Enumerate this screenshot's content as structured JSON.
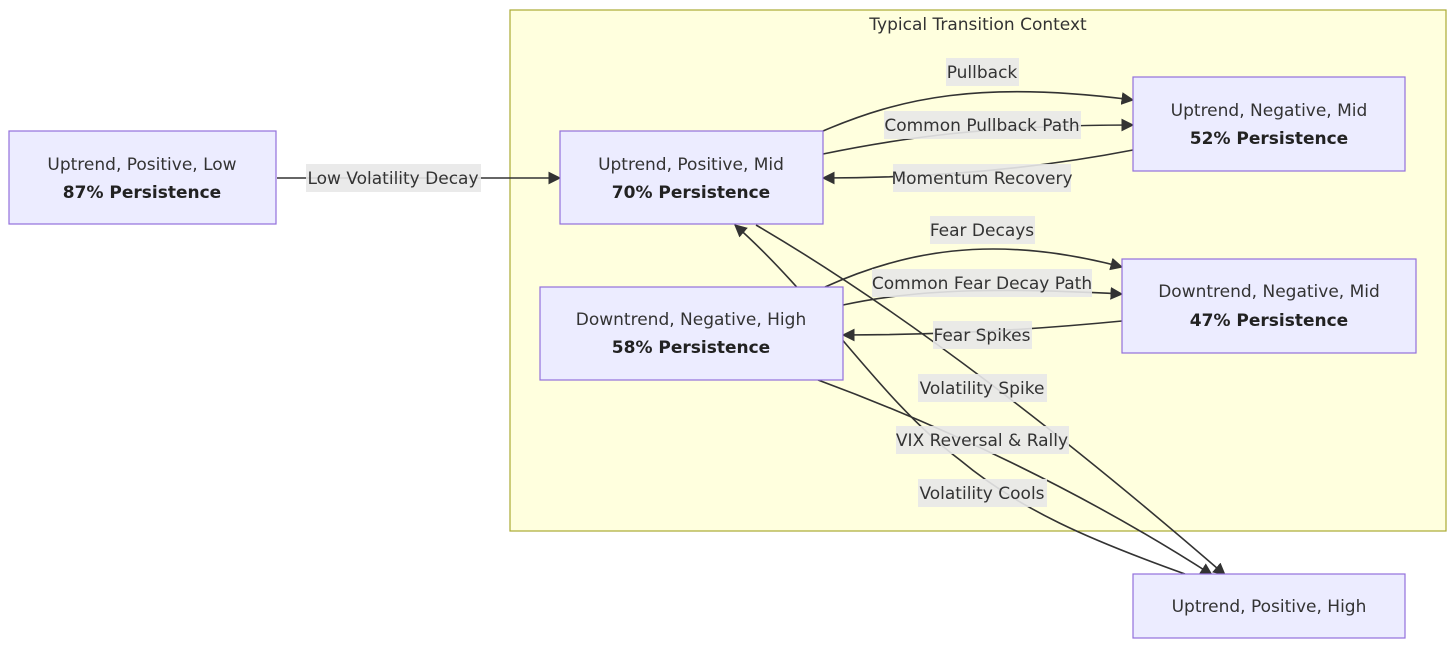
{
  "cluster": {
    "title": "Typical Transition Context"
  },
  "nodes": {
    "upl": {
      "title": "Uptrend, Positive, Low",
      "sub": "87% Persistence"
    },
    "upm": {
      "title": "Uptrend, Positive, Mid",
      "sub": "70% Persistence"
    },
    "unm": {
      "title": "Uptrend, Negative, Mid",
      "sub": "52% Persistence"
    },
    "dnh": {
      "title": "Downtrend, Negative, High",
      "sub": "58% Persistence"
    },
    "dnm": {
      "title": "Downtrend, Negative, Mid",
      "sub": "47% Persistence"
    },
    "uph": {
      "title": "Uptrend, Positive, High"
    }
  },
  "edges": {
    "low_vol_decay": "Low Volatility Decay",
    "pullback": "Pullback",
    "common_pullback": "Common Pullback Path",
    "momentum_recovery": "Momentum Recovery",
    "fear_decays": "Fear Decays",
    "common_fear_decay": "Common Fear Decay Path",
    "fear_spikes": "Fear Spikes",
    "volatility_spike": "Volatility Spike",
    "vix_reversal": "VIX Reversal & Rally",
    "volatility_cools": "Volatility Cools"
  }
}
